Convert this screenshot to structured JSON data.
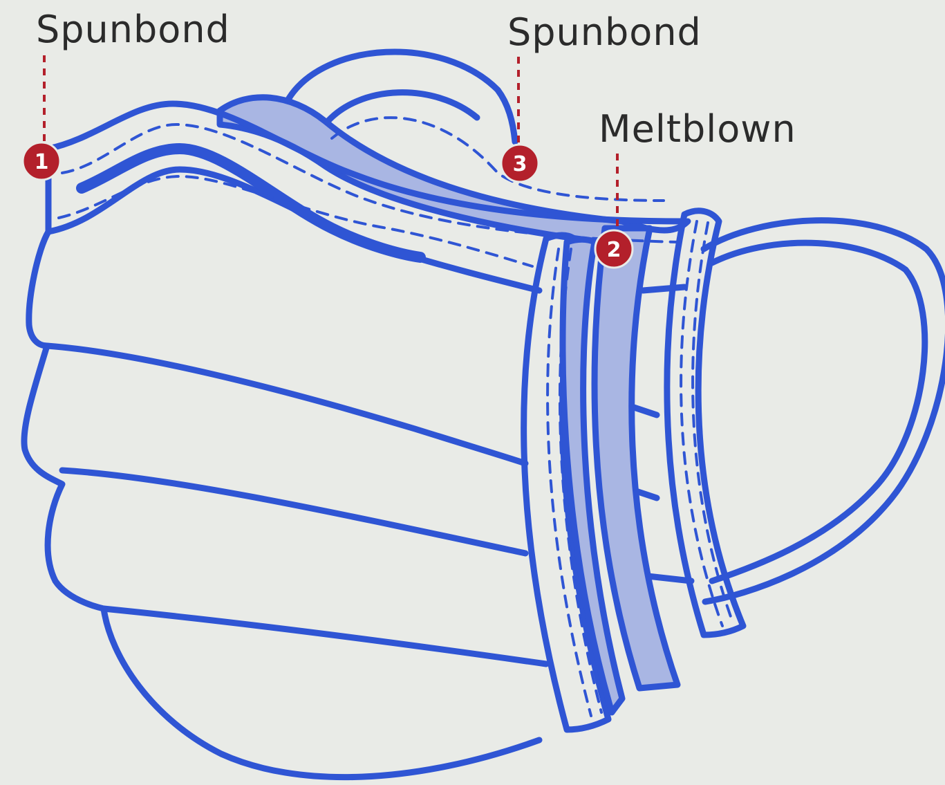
{
  "layers": [
    {
      "number": "1",
      "name": "Spunbond"
    },
    {
      "number": "3",
      "name": "Spunbond"
    },
    {
      "number": "2",
      "name": "Meltblown"
    }
  ],
  "colors": {
    "background": "#e9ebe7",
    "outline": "#2f55d4",
    "fill_light": "#a9b6e3",
    "marker": "#b3202b",
    "leader": "#b3202b",
    "text": "#2b2b2b"
  }
}
